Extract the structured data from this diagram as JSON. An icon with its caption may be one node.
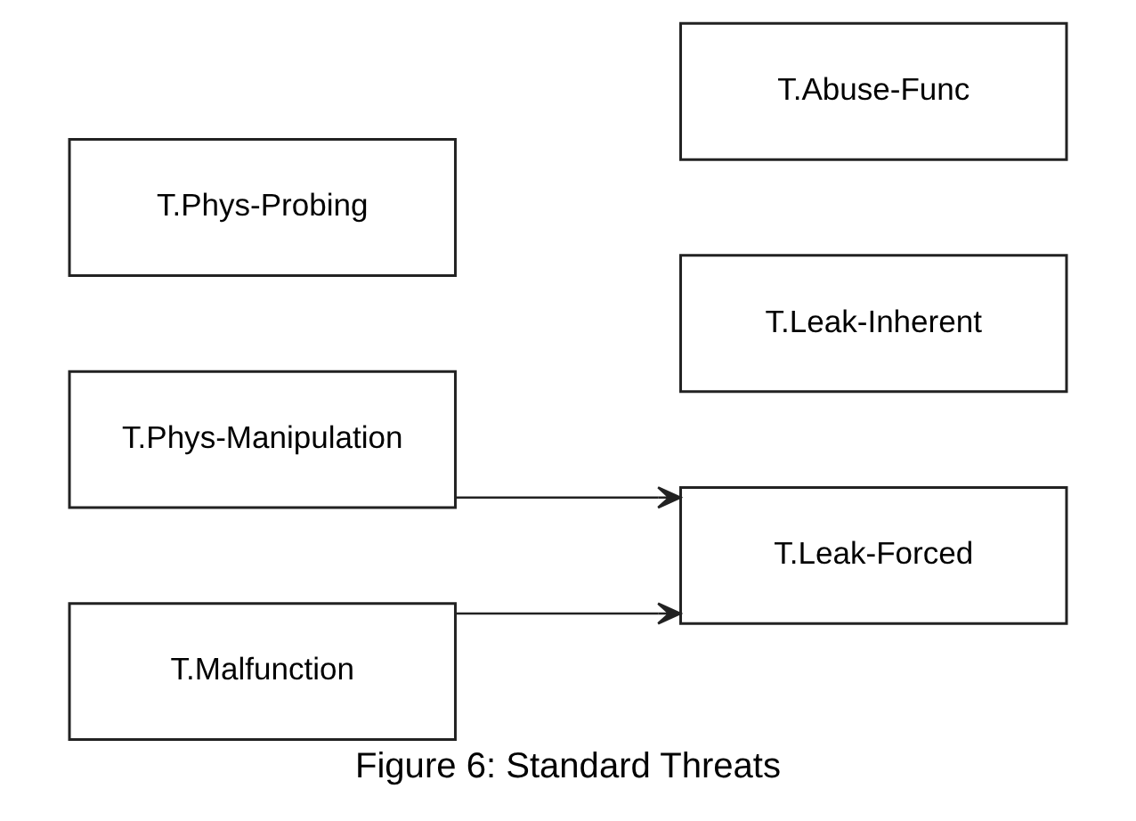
{
  "diagram": {
    "caption": "Figure 6: Standard Threats",
    "nodes": [
      {
        "text": [
          "T.Phys-Manipulation"
        ]
      },
      {
        "text": [
          "T.Leak-Inherent"
        ]
      },
      {
        "text": [
          "T.Phys-Probing"
        ]
      },
      {
        "text": [
          "T.Leak-Forced"
        ]
      },
      {
        "text": [
          "T.Malfunction"
        ]
      },
      {
        "text": [
          "T.Abuse-Func"
        ]
      }
    ],
    "edges": [
      {
        "from": 0,
        "to": 3,
        "arrow": "to"
      },
      {
        "from": 4,
        "to": 3,
        "arrow": "to"
      }
    ]
  }
}
